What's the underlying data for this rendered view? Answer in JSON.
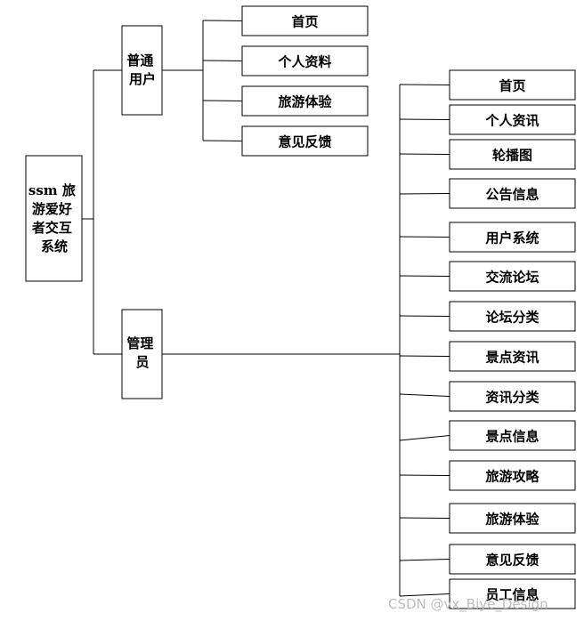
{
  "root": {
    "lines": [
      "ssm 旅",
      "游爱好",
      "者交互",
      "系统"
    ]
  },
  "roles": [
    {
      "id": "user",
      "lines": [
        "普通",
        "用户"
      ],
      "children": [
        "首页",
        "个人资料",
        "旅游体验",
        "意见反馈"
      ]
    },
    {
      "id": "admin",
      "lines": [
        "管理",
        "员"
      ],
      "children": [
        "首页",
        "个人资讯",
        "轮播图",
        "公告信息",
        "用户系统",
        "交流论坛",
        "论坛分类",
        "景点资讯",
        "资讯分类",
        "景点信息",
        "旅游攻略",
        "旅游体验",
        "意见反馈",
        "员工信息"
      ]
    }
  ],
  "watermark": "CSDN @vx_Biye_Design",
  "colors": {
    "line": "#000000",
    "box_border": "#000000",
    "box_fill": "#ffffff",
    "watermark": "#bdbdbd"
  }
}
